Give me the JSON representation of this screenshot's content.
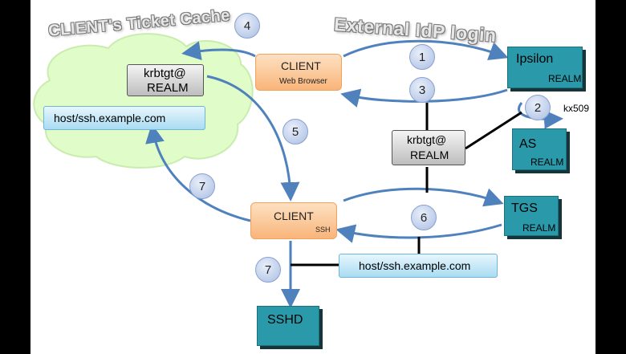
{
  "titles": {
    "cache_title": "CLIENT's Ticket Cache",
    "idp_title": "External IdP login"
  },
  "cache": {
    "krbtgt_line1": "krbtgt@",
    "krbtgt_line2": "REALM",
    "host_ticket": "host/ssh.example.com"
  },
  "client_browser": {
    "name": "CLIENT",
    "sub": "Web Browser"
  },
  "client_ssh": {
    "name": "CLIENT",
    "sub": "SSH"
  },
  "ipsilon": {
    "name": "Ipsilon",
    "realm": "REALM"
  },
  "as": {
    "name": "AS",
    "realm": "REALM"
  },
  "tgs": {
    "name": "TGS",
    "realm": "REALM"
  },
  "sshd": {
    "name": "SSHD"
  },
  "ticket_mid": {
    "line1": "krbtgt@",
    "line2": "REALM"
  },
  "ticket_bottom": {
    "text": "host/ssh.example.com"
  },
  "kx509_label": "kx509",
  "steps": {
    "s1": "1",
    "s2": "2",
    "s3": "3",
    "s4": "4",
    "s5": "5",
    "s6": "6",
    "s7a": "7",
    "s7b": "7"
  },
  "colors": {
    "arrow": "#4f81bd",
    "teal": "#2a9aaa",
    "client_orange": "#f9b57a",
    "ticket_blue": "#a9dcf2"
  }
}
